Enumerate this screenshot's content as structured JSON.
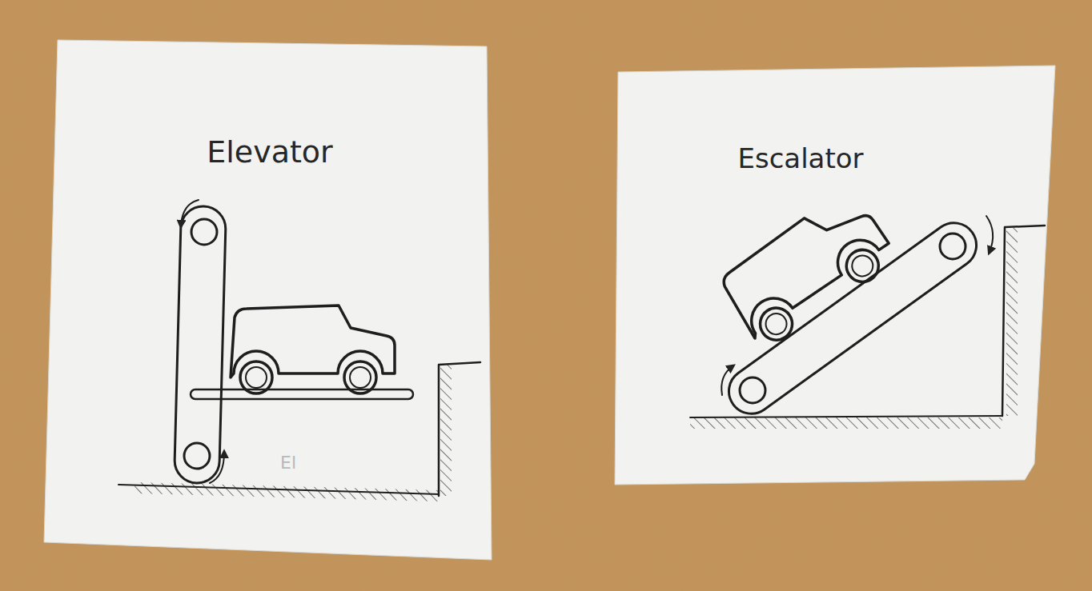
{
  "diagram": {
    "nodes": [
      {
        "text": [
          "Elevator"
        ]
      },
      {
        "text": [
          "Escalator"
        ]
      }
    ],
    "labels": [
      "El"
    ]
  }
}
